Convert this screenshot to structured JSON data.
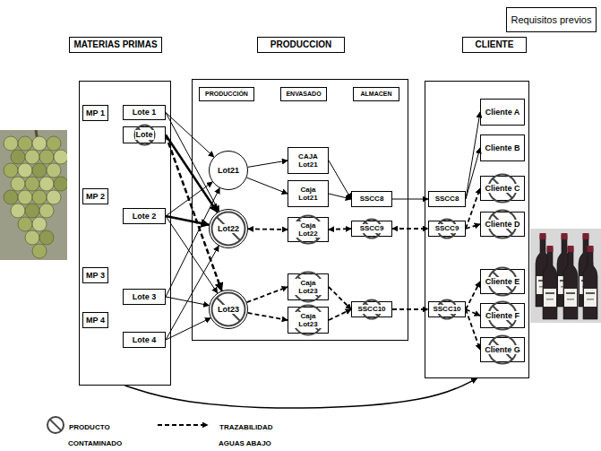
{
  "diagram": {
    "nodes": [
      {
        "text": [
          "Requisitos previos"
        ]
      },
      {
        "text": [
          "MATERIAS PRIMAS"
        ]
      },
      {
        "text": [
          "MP 1"
        ],
        "in": 1
      },
      {
        "text": [
          "Lote 1"
        ],
        "in": 1
      },
      {
        "text": [
          "Lote"
        ],
        "in": 1
      },
      {
        "text": [
          "MP 2"
        ],
        "in": 1
      },
      {
        "text": [
          "Lote 2"
        ],
        "in": 1
      },
      {
        "text": [
          "MP 3"
        ],
        "in": 1
      },
      {
        "text": [
          "Lote 3"
        ],
        "in": 1
      },
      {
        "text": [
          "MP 4"
        ],
        "in": 1
      },
      {
        "text": [
          "Lote 4"
        ],
        "in": 1
      },
      {
        "text": [
          "PRODUCCION"
        ]
      },
      {
        "text": [
          "PRODUCCIÓN"
        ],
        "in": 11
      },
      {
        "text": [
          "ENVASADO"
        ],
        "in": 11
      },
      {
        "text": [
          "ALMACEN"
        ],
        "in": 11
      },
      {
        "text": [
          "Lot21"
        ],
        "in": 11
      },
      {
        "text": [
          "CAJA Lot21"
        ],
        "in": 11
      },
      {
        "text": [
          "Caja Lot21"
        ],
        "in": 11
      },
      {
        "text": [
          "SSCC8"
        ],
        "in": 11
      },
      {
        "text": [
          "Lot22"
        ],
        "in": 11
      },
      {
        "text": [
          "Caja Lot22"
        ],
        "in": 11
      },
      {
        "text": [
          "SSCC9"
        ],
        "in": 11
      },
      {
        "text": [
          "Lot23"
        ],
        "in": 11
      },
      {
        "text": [
          "Caja Lot23"
        ],
        "in": 11
      },
      {
        "text": [
          "Caja Lot23"
        ],
        "in": 11
      },
      {
        "text": [
          "SSCC10"
        ],
        "in": 11
      },
      {
        "text": [
          "CLIENTE"
        ]
      },
      {
        "text": [
          "Cliente A"
        ],
        "in": 26
      },
      {
        "text": [
          "Cliente B"
        ],
        "in": 26
      },
      {
        "text": [
          "SSCC8"
        ],
        "in": 26
      },
      {
        "text": [
          "Cliente C"
        ],
        "in": 26
      },
      {
        "text": [
          "SSCC9"
        ],
        "in": 26
      },
      {
        "text": [
          "Cliente D"
        ],
        "in": 26
      },
      {
        "text": [
          "SSCC10"
        ],
        "in": 26
      },
      {
        "text": [
          "Cliente E"
        ],
        "in": 26
      },
      {
        "text": [
          "Cliente F"
        ],
        "in": 26
      },
      {
        "text": [
          "Cliente G"
        ],
        "in": 26
      }
    ],
    "edges": [
      {
        "from": 3,
        "to": 15,
        "arrow": "to"
      },
      {
        "from": 3,
        "to": 19,
        "arrow": "to"
      },
      {
        "from": 6,
        "to": 15,
        "arrow": "to"
      },
      {
        "from": 6,
        "to": 22,
        "arrow": "to"
      },
      {
        "from": 8,
        "to": 15,
        "arrow": "to"
      },
      {
        "from": 8,
        "to": 22,
        "arrow": "to"
      },
      {
        "from": 10,
        "to": 19,
        "arrow": "to"
      },
      {
        "from": 10,
        "to": 22,
        "arrow": "to"
      },
      {
        "from": 4,
        "to": 19,
        "arrow": "to"
      },
      {
        "from": 4,
        "to": 22,
        "arrow": "to"
      },
      {
        "from": 6,
        "to": 19,
        "arrow": "to"
      },
      {
        "from": 15,
        "to": 16,
        "arrow": "to"
      },
      {
        "from": 15,
        "to": 17,
        "arrow": "to"
      },
      {
        "from": 16,
        "to": 18,
        "arrow": "to"
      },
      {
        "from": 17,
        "to": 18,
        "arrow": "to"
      },
      {
        "from": 18,
        "to": 29,
        "arrow": "to"
      },
      {
        "from": 29,
        "to": 27,
        "arrow": "to"
      },
      {
        "from": 29,
        "to": 28,
        "arrow": "to"
      },
      {
        "from": 19,
        "to": 20,
        "arrow": "both"
      },
      {
        "from": 20,
        "to": 21,
        "arrow": "both"
      },
      {
        "from": 21,
        "to": 31,
        "arrow": "both"
      },
      {
        "from": 31,
        "to": 30,
        "arrow": "to"
      },
      {
        "from": 31,
        "to": 32,
        "arrow": "to"
      },
      {
        "from": 22,
        "to": 23,
        "arrow": "to"
      },
      {
        "from": 22,
        "to": 24,
        "arrow": "to"
      },
      {
        "from": 23,
        "to": 25,
        "arrow": "to"
      },
      {
        "from": 24,
        "to": 25,
        "arrow": "to"
      },
      {
        "from": 25,
        "to": 33,
        "arrow": "to"
      },
      {
        "from": 33,
        "to": 34,
        "arrow": "to"
      },
      {
        "from": 33,
        "to": 35,
        "arrow": "to"
      },
      {
        "from": 33,
        "to": 36,
        "arrow": "to"
      },
      {
        "from": 1,
        "to": 26,
        "arrow": "to"
      }
    ],
    "legend": [
      {
        "text": "PRODUCTO CONTAMINADO"
      },
      {
        "text": "TRAZABILIDAD AGUAS ABAJO"
      }
    ]
  }
}
